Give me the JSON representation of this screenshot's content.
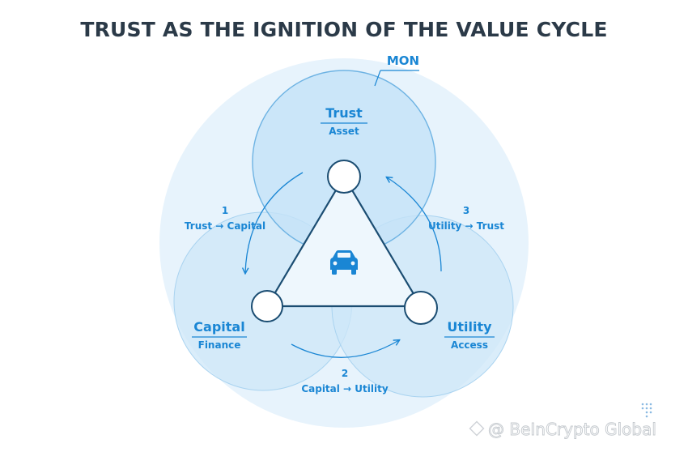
{
  "title": "TRUST AS THE IGNITION OF THE VALUE CYCLE",
  "callout": "MON",
  "nodes": {
    "trust": {
      "label": "Trust",
      "sublabel": "Asset"
    },
    "capital": {
      "label": "Capital",
      "sublabel": "Finance"
    },
    "utility": {
      "label": "Utility",
      "sublabel": "Access"
    }
  },
  "steps": [
    {
      "number": "1",
      "label": "Trust → Capital"
    },
    {
      "number": "2",
      "label": "Capital → Utility"
    },
    {
      "number": "3",
      "label": "Utility → Trust"
    }
  ],
  "center_icon": "car-icon",
  "watermark": "@ BeInCrypto Global",
  "colors": {
    "accent": "#1a86d4",
    "title": "#2b3a48",
    "circle_fill": "#cde7f8",
    "circle_stroke": "#9ccbed"
  }
}
